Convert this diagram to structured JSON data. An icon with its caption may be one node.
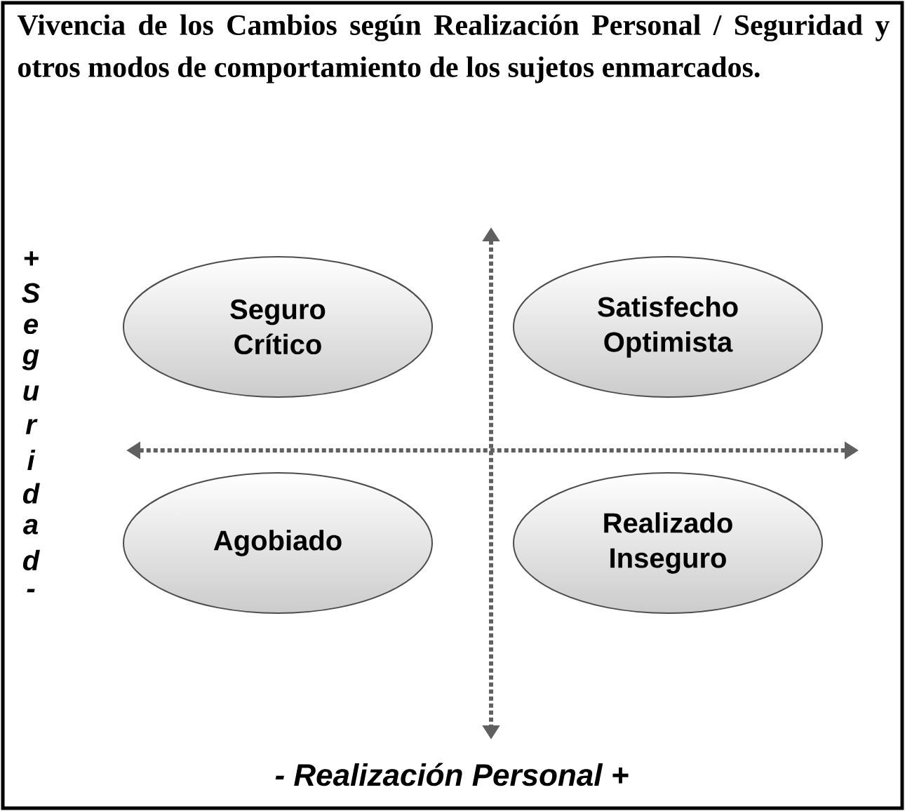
{
  "diagram": {
    "title": "Vivencia de los Cambios según Realización Personal / Seguridad y otros modos de comportamiento de los sujetos enmarcados.",
    "nodes": [
      {
        "text": [
          "Seguro Crítico"
        ]
      },
      {
        "text": [
          "Satisfecho Optimista"
        ]
      },
      {
        "text": [
          "Agobiado"
        ]
      },
      {
        "text": [
          "Realizado Inseguro"
        ]
      }
    ],
    "labels": [
      "+",
      "S",
      "e",
      "g",
      "u",
      "r",
      "i",
      "d",
      "a",
      "d",
      "-",
      "- Realización Personal +"
    ]
  }
}
